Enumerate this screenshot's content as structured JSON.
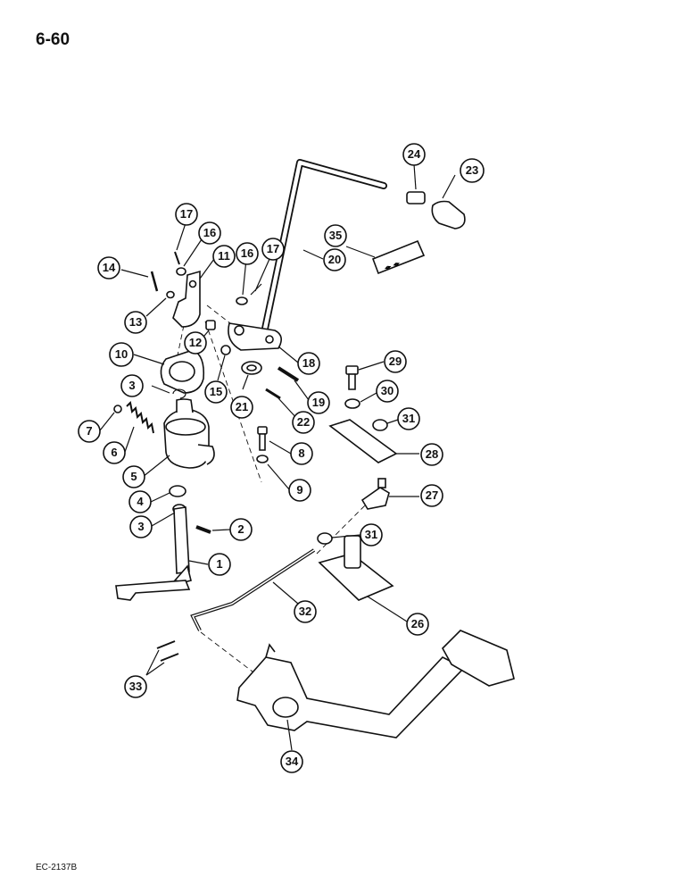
{
  "page_number": "6-60",
  "figure_code": "EC-2137B",
  "callouts": [
    {
      "id": "c1",
      "label": "1"
    },
    {
      "id": "c2",
      "label": "2"
    },
    {
      "id": "c3a",
      "label": "3"
    },
    {
      "id": "c3b",
      "label": "3"
    },
    {
      "id": "c4",
      "label": "4"
    },
    {
      "id": "c5",
      "label": "5"
    },
    {
      "id": "c6",
      "label": "6"
    },
    {
      "id": "c7",
      "label": "7"
    },
    {
      "id": "c8",
      "label": "8"
    },
    {
      "id": "c9",
      "label": "9"
    },
    {
      "id": "c10",
      "label": "10"
    },
    {
      "id": "c11",
      "label": "11"
    },
    {
      "id": "c12",
      "label": "12"
    },
    {
      "id": "c13",
      "label": "13"
    },
    {
      "id": "c14",
      "label": "14"
    },
    {
      "id": "c15",
      "label": "15"
    },
    {
      "id": "c16a",
      "label": "16"
    },
    {
      "id": "c16b",
      "label": "16"
    },
    {
      "id": "c17a",
      "label": "17"
    },
    {
      "id": "c17b",
      "label": "17"
    },
    {
      "id": "c18",
      "label": "18"
    },
    {
      "id": "c19",
      "label": "19"
    },
    {
      "id": "c20",
      "label": "20"
    },
    {
      "id": "c21",
      "label": "21"
    },
    {
      "id": "c22",
      "label": "22"
    },
    {
      "id": "c23",
      "label": "23"
    },
    {
      "id": "c24",
      "label": "24"
    },
    {
      "id": "c26",
      "label": "26"
    },
    {
      "id": "c27",
      "label": "27"
    },
    {
      "id": "c28",
      "label": "28"
    },
    {
      "id": "c29",
      "label": "29"
    },
    {
      "id": "c30",
      "label": "30"
    },
    {
      "id": "c31a",
      "label": "31"
    },
    {
      "id": "c31b",
      "label": "31"
    },
    {
      "id": "c32",
      "label": "32"
    },
    {
      "id": "c33",
      "label": "33"
    },
    {
      "id": "c34",
      "label": "34"
    },
    {
      "id": "c35",
      "label": "35"
    }
  ]
}
